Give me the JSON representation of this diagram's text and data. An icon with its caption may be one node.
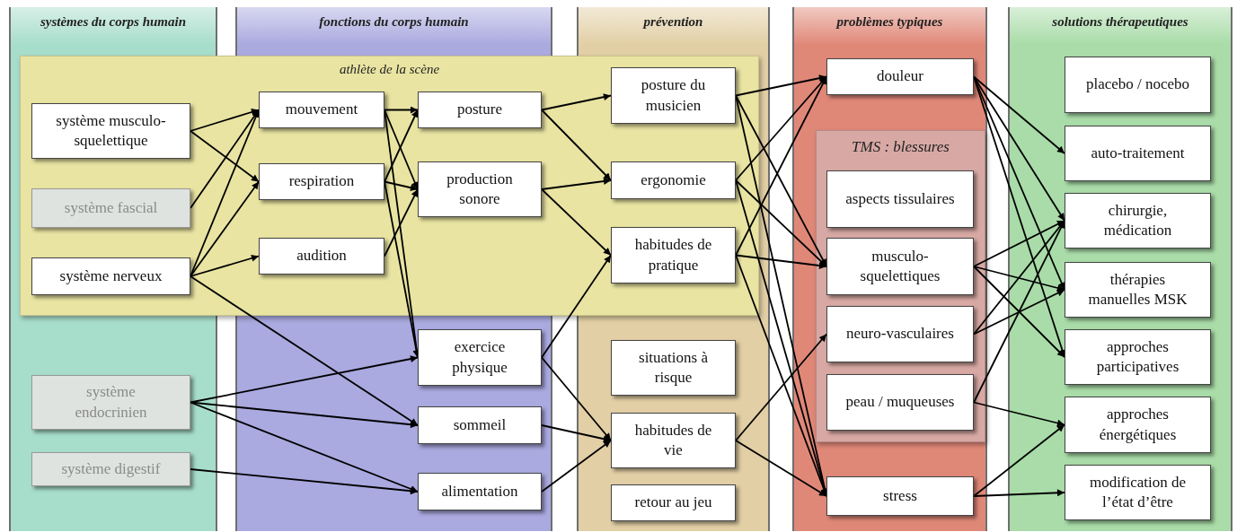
{
  "diagram": {
    "nodes": [
      {
        "text": [
          "systèmes du corps humain"
        ]
      },
      {
        "text": [
          "fonctions du corps humain"
        ]
      },
      {
        "text": [
          "prévention"
        ]
      },
      {
        "text": [
          "problèmes typiques"
        ]
      },
      {
        "text": [
          "solutions thérapeutiques"
        ]
      },
      {
        "text": [
          "athlète de la scène"
        ]
      },
      {
        "text": [
          "système musculo-squelettique"
        ],
        "in": 5
      },
      {
        "text": [
          "système fascial"
        ],
        "in": 5
      },
      {
        "text": [
          "système nerveux"
        ],
        "in": 5
      },
      {
        "text": [
          "mouvement"
        ],
        "in": 5
      },
      {
        "text": [
          "respiration"
        ],
        "in": 5
      },
      {
        "text": [
          "audition"
        ],
        "in": 5
      },
      {
        "text": [
          "posture"
        ],
        "in": 5
      },
      {
        "text": [
          "production sonore"
        ],
        "in": 5
      },
      {
        "text": [
          "posture du musicien"
        ],
        "in": 5
      },
      {
        "text": [
          "ergonomie"
        ],
        "in": 5
      },
      {
        "text": [
          "habitudes de pratique"
        ],
        "in": 5
      },
      {
        "text": [
          "système endocrinien"
        ]
      },
      {
        "text": [
          "système digestif"
        ]
      },
      {
        "text": [
          "exercice physique"
        ]
      },
      {
        "text": [
          "sommeil"
        ]
      },
      {
        "text": [
          "alimentation"
        ]
      },
      {
        "text": [
          "situations à risque"
        ]
      },
      {
        "text": [
          "habitudes de vie"
        ]
      },
      {
        "text": [
          "retour au jeu"
        ]
      },
      {
        "text": [
          "douleur"
        ],
        "in": 3
      },
      {
        "text": [
          "TMS : blessures"
        ],
        "in": 3
      },
      {
        "text": [
          "aspects tissulaires"
        ],
        "in": 26
      },
      {
        "text": [
          "musculo-squelettiques"
        ],
        "in": 26
      },
      {
        "text": [
          "neuro-vasculaires"
        ],
        "in": 26
      },
      {
        "text": [
          "peau / muqueuses"
        ],
        "in": 26
      },
      {
        "text": [
          "stress"
        ],
        "in": 3
      },
      {
        "text": [
          "placebo / nocebo"
        ],
        "in": 4
      },
      {
        "text": [
          "auto-traitement"
        ],
        "in": 4
      },
      {
        "text": [
          "chirurgie, médication"
        ],
        "in": 4
      },
      {
        "text": [
          "thérapies manuelles MSK"
        ],
        "in": 4
      },
      {
        "text": [
          "approches participatives"
        ],
        "in": 4
      },
      {
        "text": [
          "approches énergétiques"
        ],
        "in": 4
      },
      {
        "text": [
          "modification de l’état d’être"
        ],
        "in": 4
      }
    ],
    "edges": [
      {
        "from": 6,
        "to": 9,
        "arrow": "to"
      },
      {
        "from": 6,
        "to": 10,
        "arrow": "to"
      },
      {
        "from": 7,
        "to": 9,
        "arrow": "to"
      },
      {
        "from": 8,
        "to": 9,
        "arrow": "to"
      },
      {
        "from": 8,
        "to": 10,
        "arrow": "to"
      },
      {
        "from": 8,
        "to": 11,
        "arrow": "to"
      },
      {
        "from": 8,
        "to": 20,
        "arrow": "to"
      },
      {
        "from": 9,
        "to": 12,
        "arrow": "to"
      },
      {
        "from": 9,
        "to": 13,
        "arrow": "to"
      },
      {
        "from": 9,
        "to": 19,
        "arrow": "to"
      },
      {
        "from": 10,
        "to": 12,
        "arrow": "to"
      },
      {
        "from": 10,
        "to": 13,
        "arrow": "to"
      },
      {
        "from": 10,
        "to": 19,
        "arrow": "to"
      },
      {
        "from": 11,
        "to": 13,
        "arrow": "to"
      },
      {
        "from": 12,
        "to": 14,
        "arrow": "to"
      },
      {
        "from": 12,
        "to": 15,
        "arrow": "to"
      },
      {
        "from": 13,
        "to": 15,
        "arrow": "to"
      },
      {
        "from": 13,
        "to": 16,
        "arrow": "to"
      },
      {
        "from": 17,
        "to": 19,
        "arrow": "to"
      },
      {
        "from": 17,
        "to": 20,
        "arrow": "to"
      },
      {
        "from": 17,
        "to": 21,
        "arrow": "to"
      },
      {
        "from": 18,
        "to": 21,
        "arrow": "to"
      },
      {
        "from": 19,
        "to": 16,
        "arrow": "to"
      },
      {
        "from": 19,
        "to": 23,
        "arrow": "to"
      },
      {
        "from": 20,
        "to": 23,
        "arrow": "to"
      },
      {
        "from": 21,
        "to": 23,
        "arrow": "to"
      },
      {
        "from": 14,
        "to": 25,
        "arrow": "to"
      },
      {
        "from": 14,
        "to": 28,
        "arrow": "to"
      },
      {
        "from": 14,
        "to": 31,
        "arrow": "to"
      },
      {
        "from": 15,
        "to": 25,
        "arrow": "to"
      },
      {
        "from": 15,
        "to": 28,
        "arrow": "to"
      },
      {
        "from": 15,
        "to": 31,
        "arrow": "to"
      },
      {
        "from": 16,
        "to": 25,
        "arrow": "to"
      },
      {
        "from": 16,
        "to": 28,
        "arrow": "to"
      },
      {
        "from": 16,
        "to": 31,
        "arrow": "to"
      },
      {
        "from": 23,
        "to": 29,
        "arrow": "to"
      },
      {
        "from": 23,
        "to": 31,
        "arrow": "to"
      },
      {
        "from": 25,
        "to": 33,
        "arrow": "to"
      },
      {
        "from": 25,
        "to": 34,
        "arrow": "to"
      },
      {
        "from": 25,
        "to": 35,
        "arrow": "to"
      },
      {
        "from": 25,
        "to": 36,
        "arrow": "to"
      },
      {
        "from": 28,
        "to": 34,
        "arrow": "to"
      },
      {
        "from": 28,
        "to": 35,
        "arrow": "to"
      },
      {
        "from": 28,
        "to": 36,
        "arrow": "to"
      },
      {
        "from": 29,
        "to": 34,
        "arrow": "to"
      },
      {
        "from": 29,
        "to": 35,
        "arrow": "to"
      },
      {
        "from": 30,
        "to": 34,
        "arrow": "to"
      },
      {
        "from": 30,
        "to": 37,
        "arrow": "to"
      },
      {
        "from": 31,
        "to": 37,
        "arrow": "to"
      },
      {
        "from": 31,
        "to": 38,
        "arrow": "to"
      }
    ]
  }
}
